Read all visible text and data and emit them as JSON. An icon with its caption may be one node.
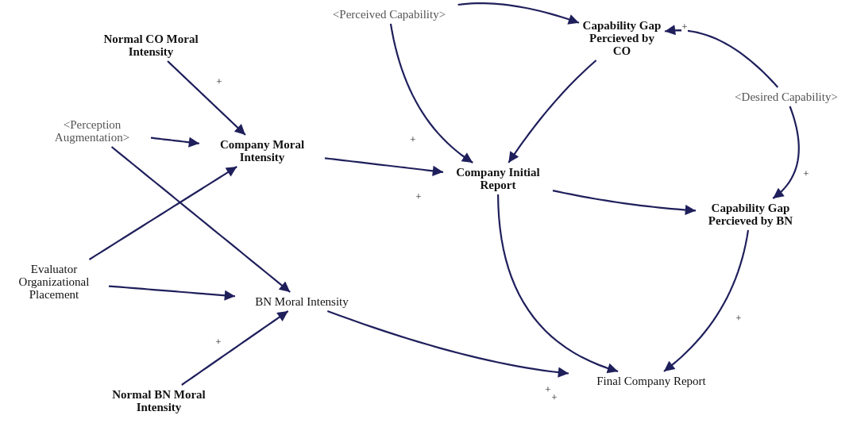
{
  "diagram": {
    "nodes": [
      {
        "text": [
          "<Perceived Capability>"
        ]
      },
      {
        "text": [
          "Normal CO Moral Intensity"
        ]
      },
      {
        "text": [
          "Capability Gap Percieved by CO"
        ]
      },
      {
        "text": [
          "<Perception Augmentation>"
        ]
      },
      {
        "text": [
          "Company Moral Intensity"
        ]
      },
      {
        "text": [
          "<Desired Capability>"
        ]
      },
      {
        "text": [
          "Company Initial Report"
        ]
      },
      {
        "text": [
          "Capability Gap Percieved by BN"
        ]
      },
      {
        "text": [
          "Evaluator Organizational Placement"
        ]
      },
      {
        "text": [
          "BN Moral Intensity"
        ]
      },
      {
        "text": [
          "Normal BN Moral Intensity"
        ]
      },
      {
        "text": [
          "Final Company Report"
        ]
      }
    ],
    "edges": [
      {
        "from": 0,
        "to": 2,
        "arrow": "to"
      },
      {
        "from": 0,
        "to": 6,
        "arrow": "to",
        "label": "+"
      },
      {
        "from": 1,
        "to": 4,
        "arrow": "to",
        "label": "+"
      },
      {
        "from": 2,
        "to": 6,
        "arrow": "to"
      },
      {
        "from": 5,
        "to": 2,
        "arrow": "to",
        "label": "+"
      },
      {
        "from": 5,
        "to": 7,
        "arrow": "to",
        "label": "+"
      },
      {
        "from": 3,
        "to": 4,
        "arrow": "to"
      },
      {
        "from": 3,
        "to": 9,
        "arrow": "to"
      },
      {
        "from": 4,
        "to": 6,
        "arrow": "to",
        "label": "+"
      },
      {
        "from": 6,
        "to": 7,
        "arrow": "to"
      },
      {
        "from": 8,
        "to": 4,
        "arrow": "to"
      },
      {
        "from": 8,
        "to": 9,
        "arrow": "to"
      },
      {
        "from": 10,
        "to": 9,
        "arrow": "to",
        "label": "+"
      },
      {
        "from": 6,
        "to": 11,
        "arrow": "to",
        "label": "+"
      },
      {
        "from": 9,
        "to": 11,
        "arrow": "to",
        "label": "+"
      },
      {
        "from": 7,
        "to": 11,
        "arrow": "to",
        "label": "+"
      }
    ]
  }
}
